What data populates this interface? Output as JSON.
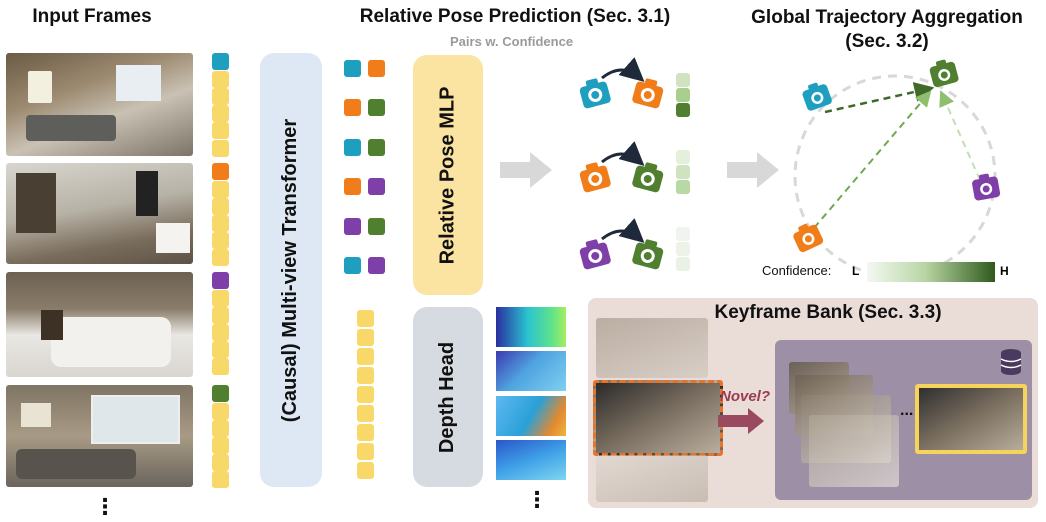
{
  "headers": {
    "input_frames": "Input Frames",
    "relative_pose": "Relative Pose Prediction (Sec. 3.1)",
    "pairs_confidence": "Pairs w. Confidence",
    "global_trajectory": "Global Trajectory Aggregation",
    "global_trajectory_sec": "(Sec. 3.2)"
  },
  "modules": {
    "transformer": "(Causal) Multi-view Transformer",
    "pose_mlp": "Relative Pose MLP",
    "depth_head": "Depth Head"
  },
  "confidence_legend": {
    "label": "Confidence:",
    "low": "L",
    "high": "H"
  },
  "keyframe_bank": {
    "title": "Keyframe Bank (Sec. 3.3)",
    "novel_label": "Novel?",
    "ellipsis": "..."
  },
  "ellipsis": "⋮",
  "colors": {
    "teal": "#1f9fbf",
    "orange": "#f07d19",
    "green": "#4f7f2f",
    "purple": "#7f3fa8",
    "token": "#f9d86a",
    "mlp": "#fbe3a2",
    "transformer": "#dde8f4",
    "depth": "#d6dbe2"
  }
}
